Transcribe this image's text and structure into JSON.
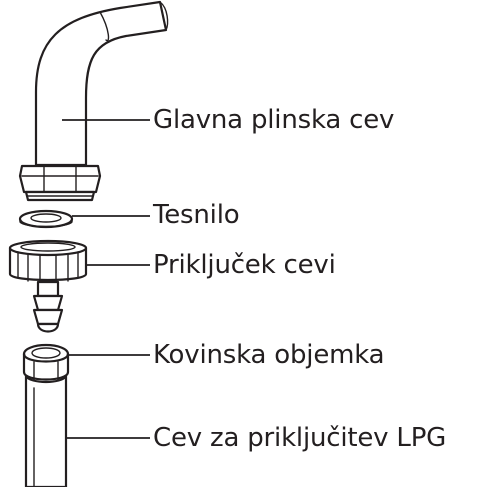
{
  "labels": [
    "Glavna plinska cev",
    "Tesnilo",
    "Priključek cevi",
    "Kovinska objemka",
    "Cev za priključitev LPG"
  ],
  "colors": {
    "line": "#231f20",
    "fill": "#ffffff",
    "background": "#ffffff"
  }
}
